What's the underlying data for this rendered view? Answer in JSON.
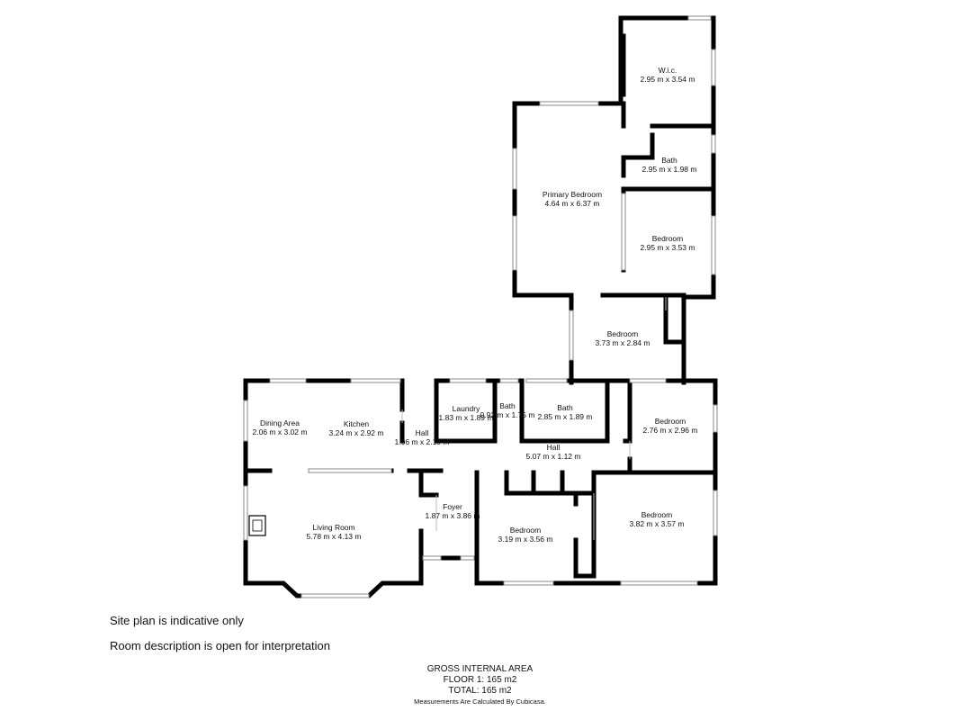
{
  "rooms": [
    {
      "name": "W.i.c.",
      "dims": "2.95 m x 3.54 m"
    },
    {
      "name": "Bath",
      "dims": "2.95 m x 1.98 m"
    },
    {
      "name": "Primary Bedroom",
      "dims": "4.64 m x 6.37 m"
    },
    {
      "name": "Bedroom",
      "dims": "2.95 m x 3.53 m"
    },
    {
      "name": "Bedroom",
      "dims": "3.73 m x 2.84 m"
    },
    {
      "name": "Dining Area",
      "dims": "2.06 m x 3.02 m"
    },
    {
      "name": "Kitchen",
      "dims": "3.24 m x 2.92 m"
    },
    {
      "name": "Hall",
      "dims": "1.06 m x 2.18 m"
    },
    {
      "name": "Laundry",
      "dims": "1.83 m x 1.89 m"
    },
    {
      "name": "Bath",
      "dims": "0.92 m x 1.75 m"
    },
    {
      "name": "Bath",
      "dims": "2.85 m x 1.89 m"
    },
    {
      "name": "Bedroom",
      "dims": "2.76 m x 2.96 m"
    },
    {
      "name": "Hall",
      "dims": "5.07 m x 1.12 m"
    },
    {
      "name": "Foyer",
      "dims": "1.87 m x 3.86 m"
    },
    {
      "name": "Living Room",
      "dims": "5.78 m x 4.13 m"
    },
    {
      "name": "Bedroom",
      "dims": "3.19 m x 3.56 m"
    },
    {
      "name": "Bedroom",
      "dims": "3.82 m x 3.57 m"
    }
  ],
  "notes": {
    "site_plan": "Site plan is indicative only",
    "room_desc": "Room description is open for interpretation"
  },
  "area": {
    "heading": "GROSS INTERNAL AREA",
    "floor": "FLOOR 1: 165 m2",
    "total": "TOTAL: 165 m2",
    "credit": "Measurements Are Calculated By Cubicasa."
  }
}
